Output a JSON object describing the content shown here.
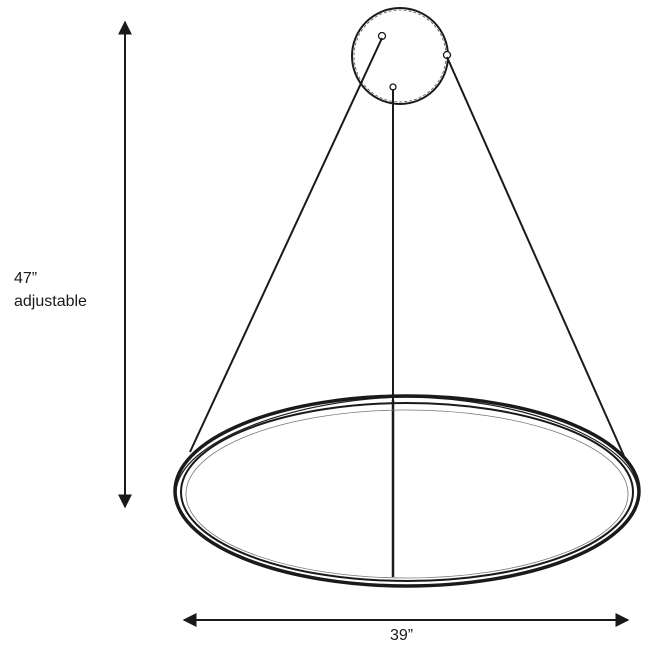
{
  "dimensions": {
    "height": {
      "value": "47”",
      "note": "adjustable"
    },
    "width": {
      "value": "39”"
    }
  },
  "colors": {
    "line": "#1a1a1a",
    "background": "#ffffff"
  }
}
